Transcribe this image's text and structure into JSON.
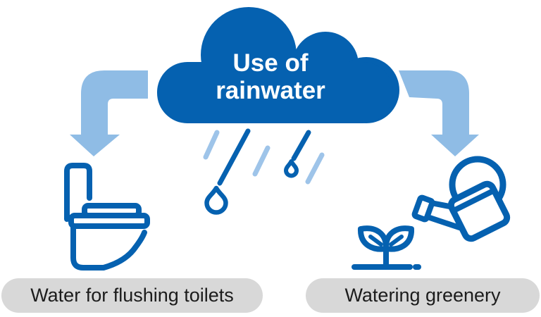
{
  "diagram": {
    "title": {
      "line1": "Use of",
      "line2": "rainwater"
    },
    "left_label": "Water for flushing toilets",
    "right_label": "Watering greenery"
  },
  "icons": {
    "cloud": "cloud-icon",
    "left_arrow": "curved-down-arrow-left",
    "right_arrow": "curved-down-arrow-right",
    "rain": "rain-streaks-and-drops",
    "toilet": "toilet-icon",
    "watering_can": "watering-can-icon",
    "sprout": "sprout-icon"
  },
  "colors": {
    "dark_blue": "#0561B0",
    "light_blue": "#8FBCE5",
    "rain_light_blue": "#9EC4E9",
    "pill_bg": "#D8D8D8",
    "pill_text": "#1C1C1C",
    "title_text": "#FFFFFF",
    "background": "#FFFFFF"
  }
}
